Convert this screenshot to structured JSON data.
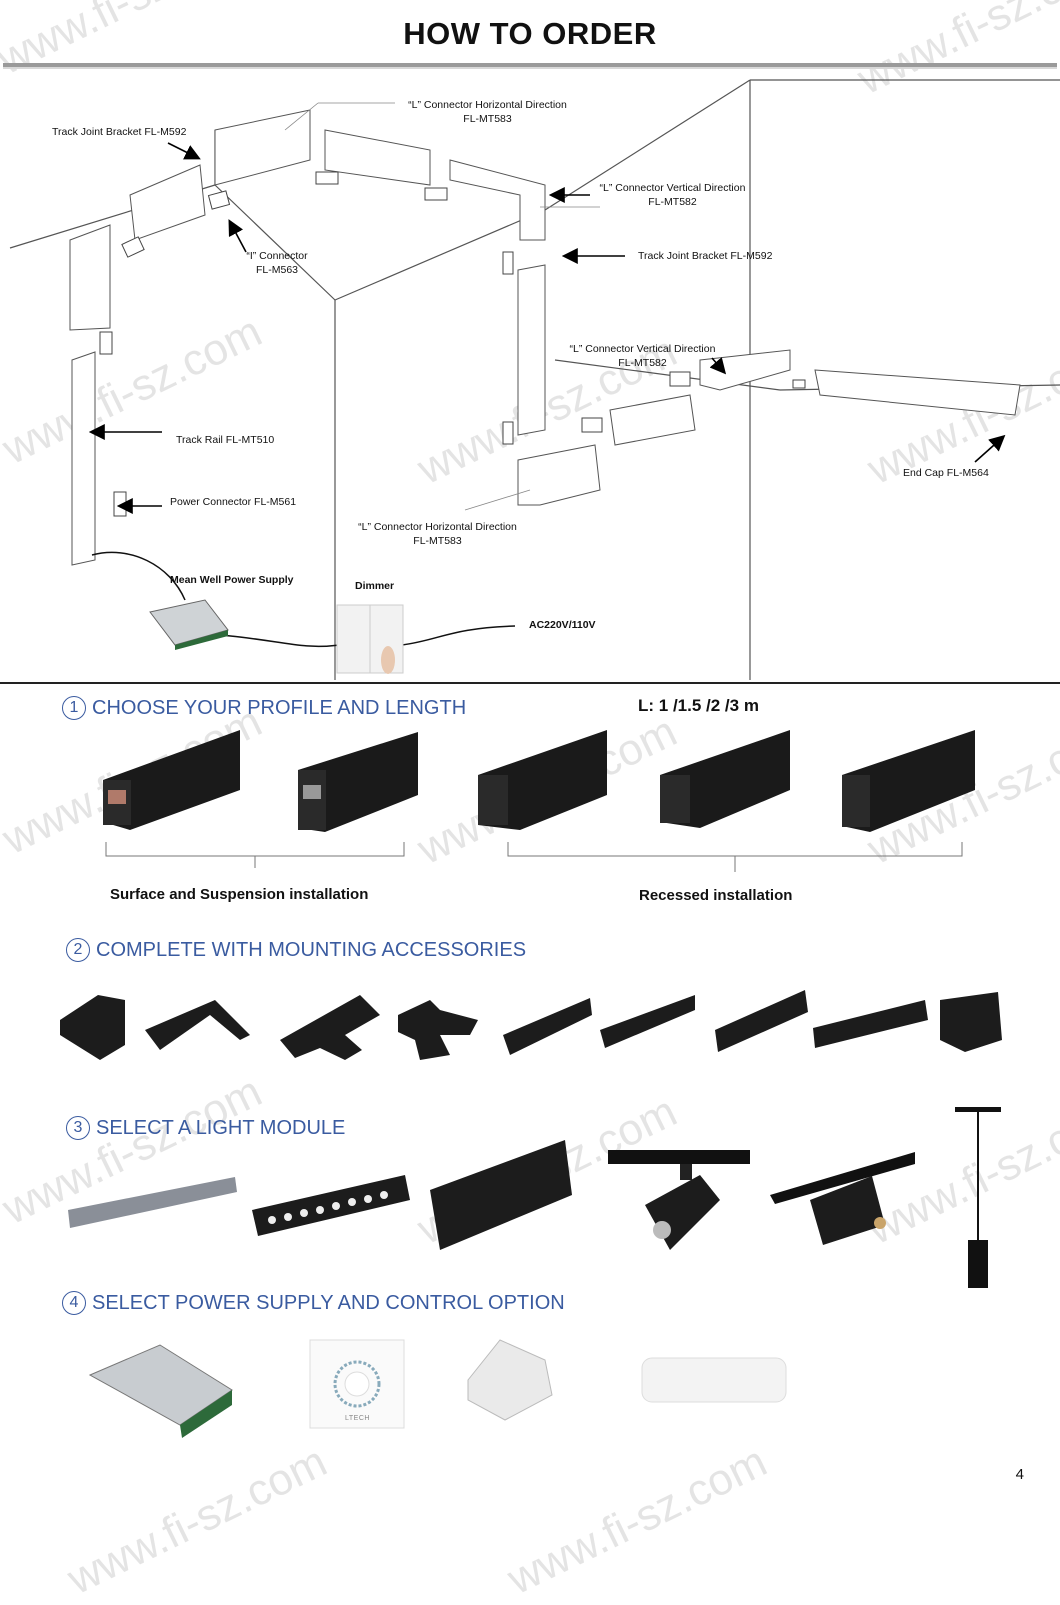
{
  "page": {
    "title": "HOW TO ORDER",
    "page_number": "4",
    "watermark": "www.fi-sz.com"
  },
  "diagram": {
    "labels": {
      "l_horizontal_top": {
        "line1": "“L” Connector Horizontal Direction",
        "line2": "FL-MT583"
      },
      "track_joint_left": {
        "line1": "Track Joint Bracket  FL-M592"
      },
      "l_vertical_top": {
        "line1": "“L” Connector Vertical Direction",
        "line2": "FL-MT582"
      },
      "i_connector": {
        "line1": "“I” Connector",
        "line2": "FL-M563"
      },
      "track_joint_right": {
        "line1": "Track Joint Bracket  FL-M592"
      },
      "l_vertical_mid": {
        "line1": "“L” Connector Vertical Direction",
        "line2": "FL-MT582"
      },
      "track_rail": {
        "line1": "Track Rail FL-MT510"
      },
      "end_cap": {
        "line1": "End Cap FL-M564"
      },
      "power_connector": {
        "line1": "Power Connector FL-M561"
      },
      "l_horizontal_bottom": {
        "line1": "“L” Connector Horizontal Direction",
        "line2": "FL-MT583"
      },
      "power_supply": {
        "line1": "Mean Well Power Supply"
      },
      "dimmer": {
        "line1": "Dimmer"
      },
      "ac": {
        "line1": "AC220V/110V"
      }
    }
  },
  "sections": [
    {
      "number": "1",
      "title": "CHOOSE YOUR PROFILE AND LENGTH",
      "note": "L: 1 /1.5 /2 /3 m",
      "groups": [
        "Surface and Suspension installation",
        "Recessed installation"
      ]
    },
    {
      "number": "2",
      "title": "COMPLETE WITH MOUNTING ACCESSORIES"
    },
    {
      "number": "3",
      "title": "SELECT A LIGHT MODULE"
    },
    {
      "number": "4",
      "title": "SELECT POWER SUPPLY AND CONTROL OPTION",
      "controller_brand": "LTECH"
    }
  ],
  "colors": {
    "section_blue": "#3a5ba0",
    "profile_black": "#1a1a1a"
  }
}
